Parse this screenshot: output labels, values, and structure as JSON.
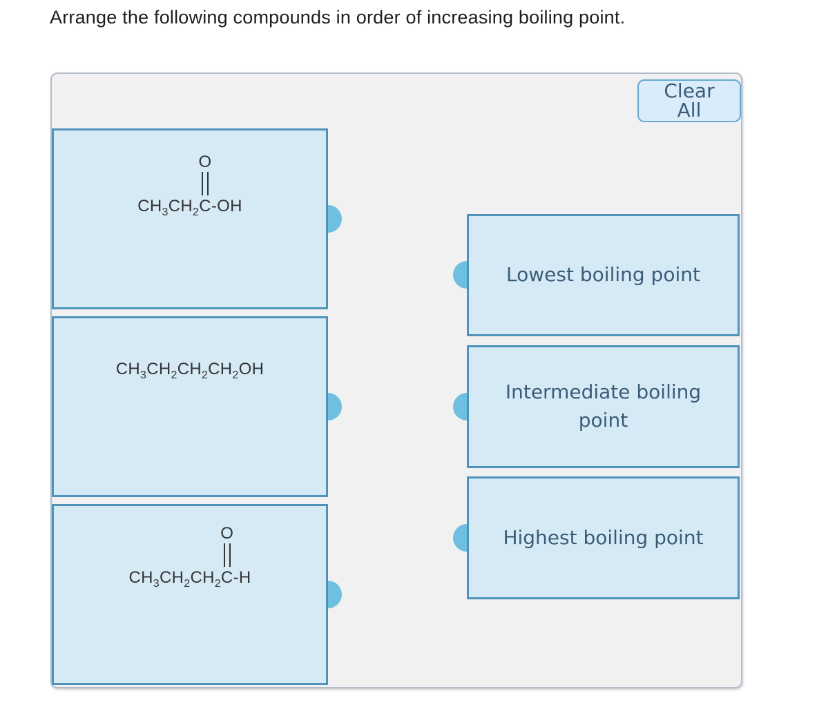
{
  "title": "Arrange the following compounds in order of increasing boiling point.",
  "toolbar": {
    "clear_all_label": "Clear All"
  },
  "compounds": [
    {
      "formula": "CH_3CH_2C(=O)-OH"
    },
    {
      "formula": "CH_3CH_2CH_2CH_2OH"
    },
    {
      "formula": "CH_3CH_2CH_2C(=O)-H"
    }
  ],
  "targets": [
    {
      "label": "Lowest boiling point"
    },
    {
      "label": "Intermediate boiling point"
    },
    {
      "label": "Highest boiling point"
    }
  ],
  "colors": {
    "card_fill": "#d6eaf6",
    "card_border": "#4e93b9",
    "dot": "#6fc0e0",
    "panel_bg": "#f1f1f2",
    "panel_border": "#b4bdc9",
    "button_fill": "#daecf9",
    "button_border": "#66aad2",
    "label_text": "#3b5c79",
    "formula_text": "#333333",
    "title_text": "#1e1e1e"
  }
}
